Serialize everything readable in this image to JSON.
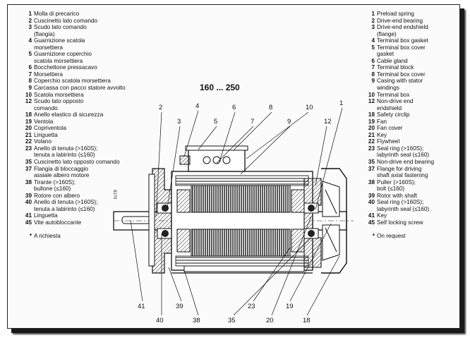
{
  "range_label": "160 ... 250",
  "legend_it": [
    {
      "n": "1",
      "t": "Molla di precarico"
    },
    {
      "n": "2",
      "t": "Cuscinetto lato comando"
    },
    {
      "n": "3",
      "t": "Scudo lato comando"
    },
    {
      "n": "",
      "t": "(flangia)"
    },
    {
      "n": "4",
      "t": "Guarnizione scatola"
    },
    {
      "n": "",
      "t": "morsettiera"
    },
    {
      "n": "5",
      "t": "Guarnizione coperchio"
    },
    {
      "n": "",
      "t": "scatola morsettiera"
    },
    {
      "n": "6",
      "t": "Bocchettone pressacavo"
    },
    {
      "n": "7",
      "t": "Morsettiera"
    },
    {
      "n": "8",
      "t": "Coperchio scatola morsettiera"
    },
    {
      "n": "9",
      "t": "Carcassa con pacco statore avvolto"
    },
    {
      "n": "10",
      "t": "Scatola morsettiera"
    },
    {
      "n": "12",
      "t": "Scudo lato opposto"
    },
    {
      "n": "",
      "t": "comando"
    },
    {
      "n": "18",
      "t": "Anello elastico di sicurezza"
    },
    {
      "n": "19",
      "t": "Ventola"
    },
    {
      "n": "20",
      "t": "Copriventola"
    },
    {
      "n": "21",
      "t": "Linguetta"
    },
    {
      "n": "22",
      "t": "Volano"
    },
    {
      "n": "23",
      "t": "Anello di tenuta (>160S);"
    },
    {
      "n": "",
      "t": "tenuta a labirinto (≤160)"
    },
    {
      "n": "35",
      "t": "Cuscinetto lato opposto comando"
    },
    {
      "n": "37",
      "t": "Flangia di bloccaggio"
    },
    {
      "n": "",
      "t": "assiale albero motore"
    },
    {
      "n": "38",
      "t": "Tirante (>160S);"
    },
    {
      "n": "",
      "t": "bullone (≤160)"
    },
    {
      "n": "39",
      "t": "Rotore con albero"
    },
    {
      "n": "40",
      "t": "Anello di tenuta (>160S);"
    },
    {
      "n": "",
      "t": "tenuta a labirinto (≤160)"
    },
    {
      "n": "41",
      "t": "Linguetta"
    },
    {
      "n": "45",
      "t": "Vite autobloccante"
    },
    {
      "n": "",
      "t": ""
    },
    {
      "n": "*",
      "t": "A richiesta"
    }
  ],
  "legend_en": [
    {
      "n": "1",
      "t": "Preload spring"
    },
    {
      "n": "2",
      "t": "Drive-end bearing"
    },
    {
      "n": "3",
      "t": "Drive-end endshield"
    },
    {
      "n": "",
      "t": "(flange)"
    },
    {
      "n": "4",
      "t": "Terminal box gasket"
    },
    {
      "n": "5",
      "t": "Terminal box cover"
    },
    {
      "n": "",
      "t": "gasket"
    },
    {
      "n": "6",
      "t": "Cable gland"
    },
    {
      "n": "7",
      "t": "Terminal block"
    },
    {
      "n": "8",
      "t": "Terminal box cover"
    },
    {
      "n": "9",
      "t": "Casing with stator"
    },
    {
      "n": "",
      "t": "windings"
    },
    {
      "n": "10",
      "t": "Terminal box"
    },
    {
      "n": "12",
      "t": "Non-drive end"
    },
    {
      "n": "",
      "t": "endshield"
    },
    {
      "n": "18",
      "t": "Safety circlip"
    },
    {
      "n": "19",
      "t": "Fan"
    },
    {
      "n": "20",
      "t": "Fan cover"
    },
    {
      "n": "21",
      "t": "Key"
    },
    {
      "n": "22",
      "t": "Flywheel"
    },
    {
      "n": "23",
      "t": "Seal ring (>160S);"
    },
    {
      "n": "",
      "t": "labyrinth seal (≤160)"
    },
    {
      "n": "35",
      "t": "Non-drive end bearing"
    },
    {
      "n": "37",
      "t": "Flange for driving"
    },
    {
      "n": "",
      "t": "shaft axial fastening"
    },
    {
      "n": "38",
      "t": "Puller (>160S);"
    },
    {
      "n": "",
      "t": "bolt (≤160)"
    },
    {
      "n": "39",
      "t": "Rotor with shaft"
    },
    {
      "n": "40",
      "t": "Seal ring (>160S);"
    },
    {
      "n": "",
      "t": "labyrinth seal (≤160)"
    },
    {
      "n": "41",
      "t": "Key"
    },
    {
      "n": "45",
      "t": "Self locking screw"
    },
    {
      "n": "",
      "t": ""
    },
    {
      "n": "*",
      "t": "On request"
    }
  ],
  "callouts_top": [
    "2",
    "3",
    "4",
    "5",
    "6",
    "7",
    "8",
    "9",
    "10",
    "1",
    "12"
  ],
  "callouts_bottom": [
    "41",
    "40",
    "39",
    "38",
    "35",
    "23",
    "20",
    "19",
    "18"
  ],
  "side_label": "8170"
}
